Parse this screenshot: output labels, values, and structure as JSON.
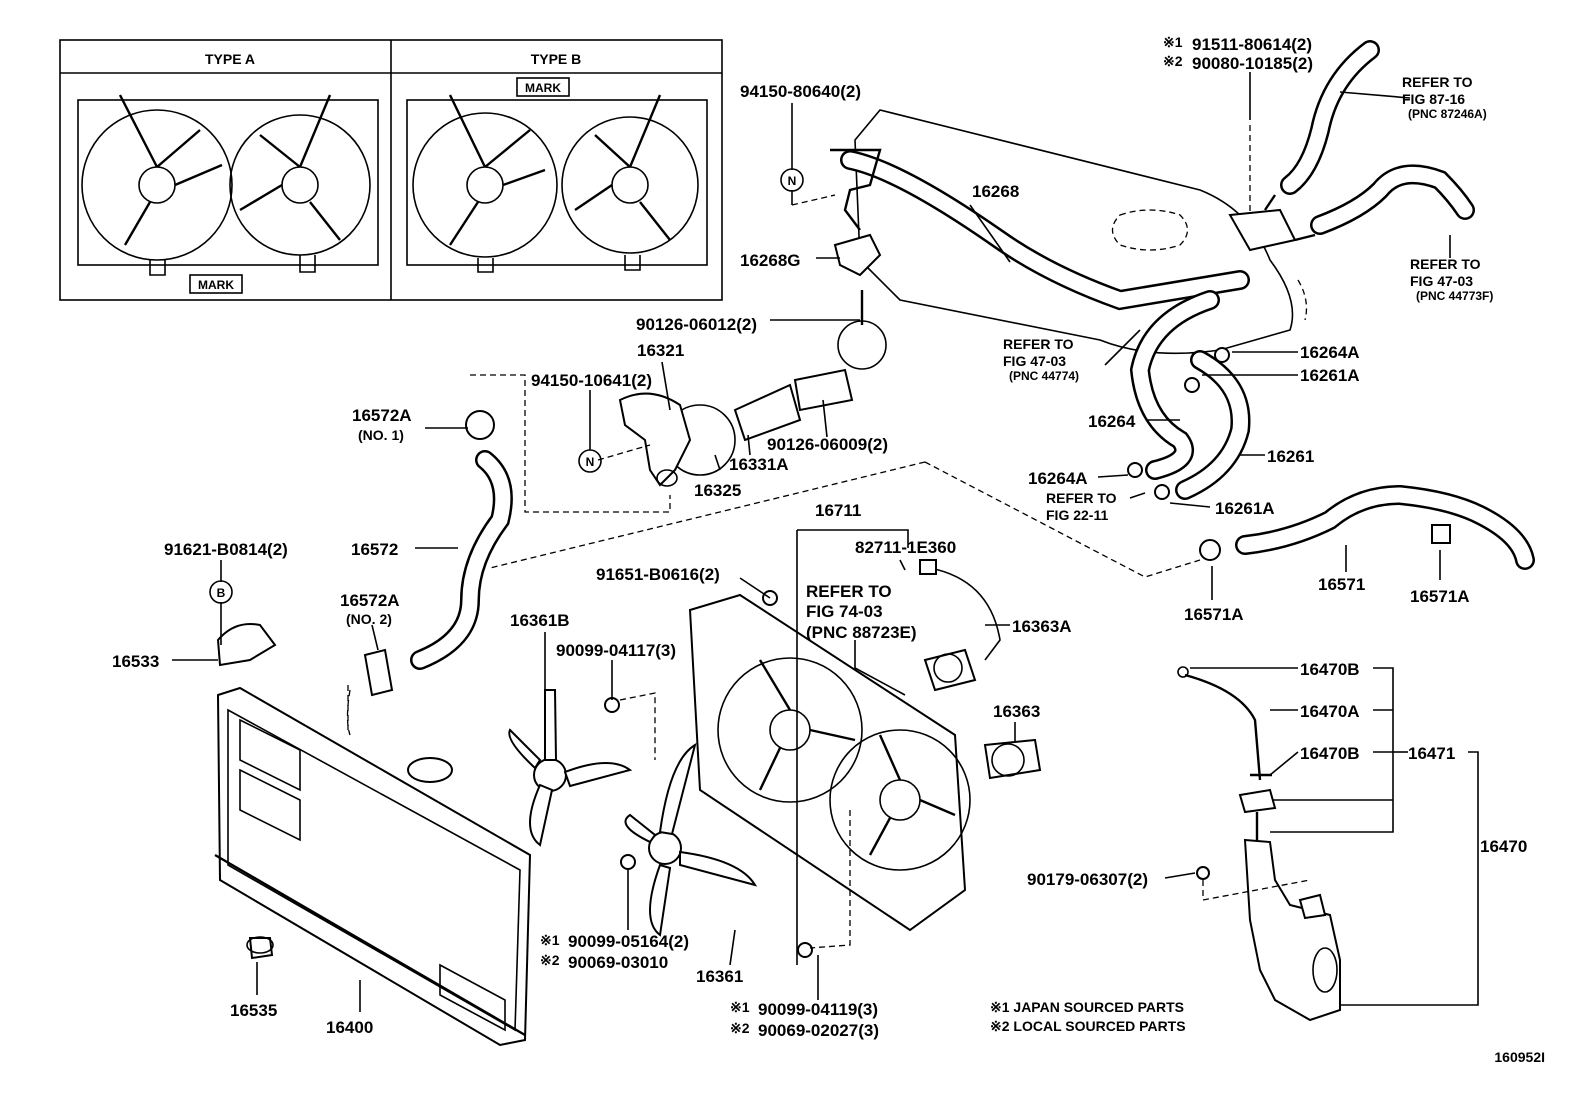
{
  "inset": {
    "type_a_label": "TYPE A",
    "type_b_label": "TYPE B",
    "mark_a": "MARK",
    "mark_b": "MARK"
  },
  "labels": {
    "p94150_80640": "94150-80640(2)",
    "p16268": "16268",
    "p16268g": "16268G",
    "p90126_06012": "90126-06012(2)",
    "p16321": "16321",
    "p94150_10641": "94150-10641(2)",
    "p16572a_1": "16572A",
    "p16572a_1_sub": "(NO. 1)",
    "p16325": "16325",
    "p16331a": "16331A",
    "p90126_06009": "90126-06009(2)",
    "p16572": "16572",
    "p91621_b0814": "91621-B0814(2)",
    "p16533": "16533",
    "p16572a_2": "16572A",
    "p16572a_2_sub": "(NO. 2)",
    "p16711": "16711",
    "p82711_1e360": "82711-1E360",
    "p91651_b0616": "91651-B0616(2)",
    "p16361b": "16361B",
    "p90099_04117": "90099-04117(3)",
    "p16363a": "16363A",
    "p16363": "16363",
    "p16361": "16361",
    "p16535": "16535",
    "p16400": "16400",
    "p90099_05164": "90099-05164(2)",
    "p90069_03010": "90069-03010",
    "p90099_04119": "90099-04119(3)",
    "p90069_02027": "90069-02027(3)",
    "p91511_80614": "91511-80614(2)",
    "p90080_10185": "90080-10185(2)",
    "p16264a_top": "16264A",
    "p16261a_top": "16261A",
    "p16264": "16264",
    "p16261": "16261",
    "p16264a_bot": "16264A",
    "p16261a_bot": "16261A",
    "p16571": "16571",
    "p16571a_left": "16571A",
    "p16571a_right": "16571A",
    "p16470b_top": "16470B",
    "p16470a": "16470A",
    "p16470b_mid": "16470B",
    "p16471": "16471",
    "p16470": "16470",
    "p90179_06307": "90179-06307(2)",
    "star1": "※1",
    "star2": "※2",
    "bubble_n": "N",
    "bubble_b": "B"
  },
  "refs": {
    "fig87_l1": "REFER TO",
    "fig87_l2": "FIG 87-16",
    "fig87_l3": "(PNC 87246A)",
    "fig4703a_l1": "REFER TO",
    "fig4703a_l2": "FIG 47-03",
    "fig4703a_l3": "(PNC 44773F)",
    "fig4703b_l1": "REFER TO",
    "fig4703b_l2": "FIG 47-03",
    "fig4703b_l3": "(PNC 44774)",
    "fig2211_l1": "REFER TO",
    "fig2211_l2": "FIG 22-11",
    "fig7403_l1": "REFER TO",
    "fig7403_l2": "FIG 74-03",
    "fig7403_l3": "(PNC 88723E)"
  },
  "legend": {
    "note1": "※1 JAPAN SOURCED PARTS",
    "note2": "※2 LOCAL SOURCED PARTS"
  },
  "footer": {
    "diagram_id": "160952I"
  }
}
